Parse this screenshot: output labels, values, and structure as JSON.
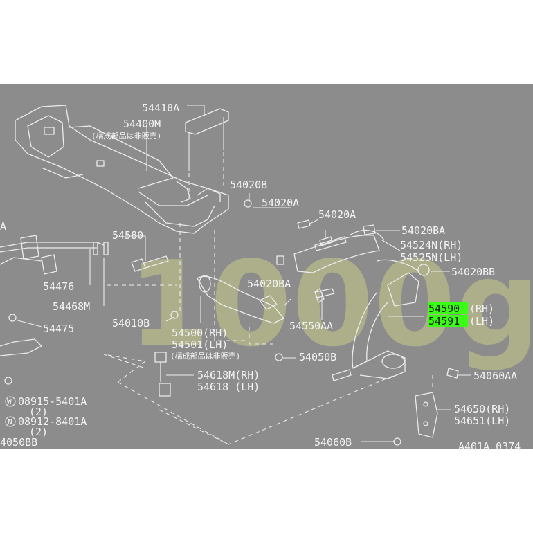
{
  "watermark": "1000g",
  "labels": {
    "p54418A": "54418A",
    "p54400M": "54400M",
    "p54400M_note": "(構成部品は非販売)",
    "p54020B": "54020B",
    "p54020A_1": "54020A",
    "p54020A_2": "54020A",
    "p54020BA_1": "54020BA",
    "p54524N": "54524N(RH)",
    "p54525N": "54525N(LH)",
    "p54020BB": "54020BB",
    "p54580": "54580",
    "p54020BA_2": "54020BA",
    "p54590": "54590",
    "p54590_side": "(RH)",
    "p54591": "54591",
    "p54591_side": "(LH)",
    "p54476": "54476",
    "p54468M": "54468M",
    "p54475": "54475",
    "p54010B": "54010B",
    "p54500": "54500(RH)",
    "p54501": "54501(LH)",
    "p54501_note": "(構成部品は非販売)",
    "p54550AA": "54550AA",
    "p54050B": "54050B",
    "p54618M": "54618M(RH)",
    "p54618": "54618 (LH)",
    "p54060AA": "54060AA",
    "w08915": "08915-5401A",
    "w08915_qty": "(2)",
    "n08912": "08912-8401A",
    "n08912_qty": "(2)",
    "p54650": "54650(RH)",
    "p54651": "54651(LH)",
    "p54060B": "54060B",
    "p4050BB": "4050BB",
    "cut_a": "A",
    "circle_w": "W",
    "circle_n": "N",
    "diagram_code": "A401A 0374"
  },
  "colors": {
    "background": "#8c8c8c",
    "linework": "#ececec",
    "highlight": "#39ff14",
    "watermark": "#c8cc8a"
  }
}
